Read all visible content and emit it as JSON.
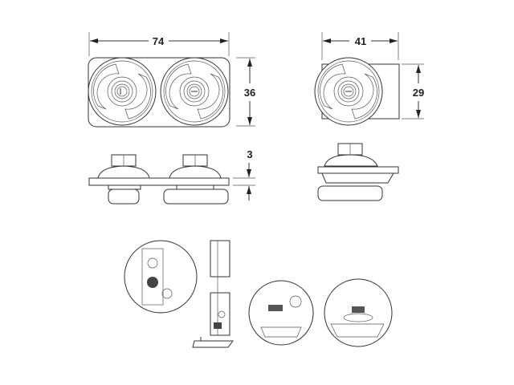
{
  "dimensions": {
    "width_top": "74",
    "height_top": "36",
    "width_single": "41",
    "height_single": "29",
    "plate_thickness": "3"
  },
  "colors": {
    "line": "#333333",
    "background": "#ffffff"
  }
}
